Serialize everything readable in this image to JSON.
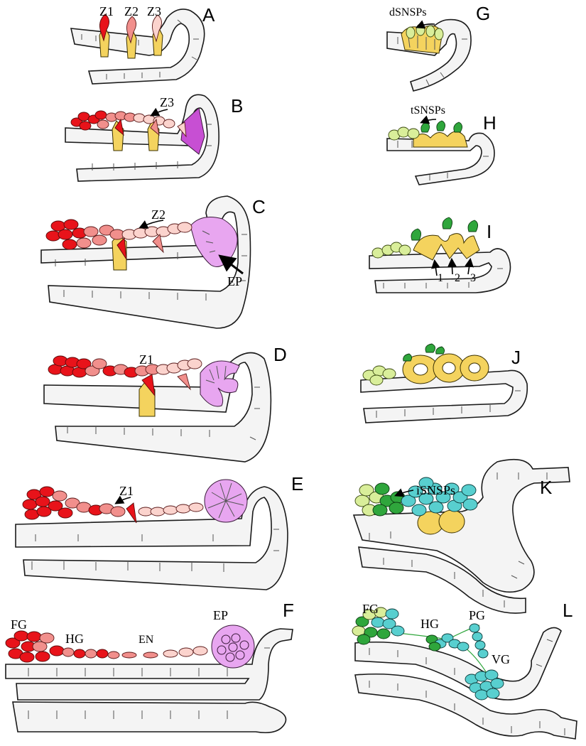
{
  "panels": {
    "A": {
      "label": "A",
      "z1": "Z1",
      "z2": "Z2",
      "z3": "Z3"
    },
    "B": {
      "label": "B",
      "z3": "Z3"
    },
    "C": {
      "label": "C",
      "z2": "Z2",
      "ep": "EP"
    },
    "D": {
      "label": "D",
      "z1": "Z1"
    },
    "E": {
      "label": "E",
      "z1": "Z1"
    },
    "F": {
      "label": "F",
      "fg": "FG",
      "hg": "HG",
      "en": "EN",
      "ep": "EP"
    },
    "G": {
      "label": "G",
      "dsnsps": "dSNSPs"
    },
    "H": {
      "label": "H",
      "tsnsps": "tSNSPs"
    },
    "I": {
      "label": "I",
      "n1": "1",
      "n2": "2",
      "n3": "3"
    },
    "J": {
      "label": "J"
    },
    "K": {
      "label": "K",
      "isnsps": "iSNSPs"
    },
    "L": {
      "label": "L",
      "fg": "FG",
      "hg": "HG",
      "pg": "PG",
      "vg": "VG"
    }
  },
  "colors": {
    "zone1": "#e8131a",
    "zone2": "#f18f8c",
    "zone3": "#fbd3cd",
    "placode": "#f4d35e",
    "epibranchial": "#e8a6f0",
    "green": "#2fa63c",
    "light_green": "#d9ee9a",
    "cyan": "#58cfcf"
  }
}
